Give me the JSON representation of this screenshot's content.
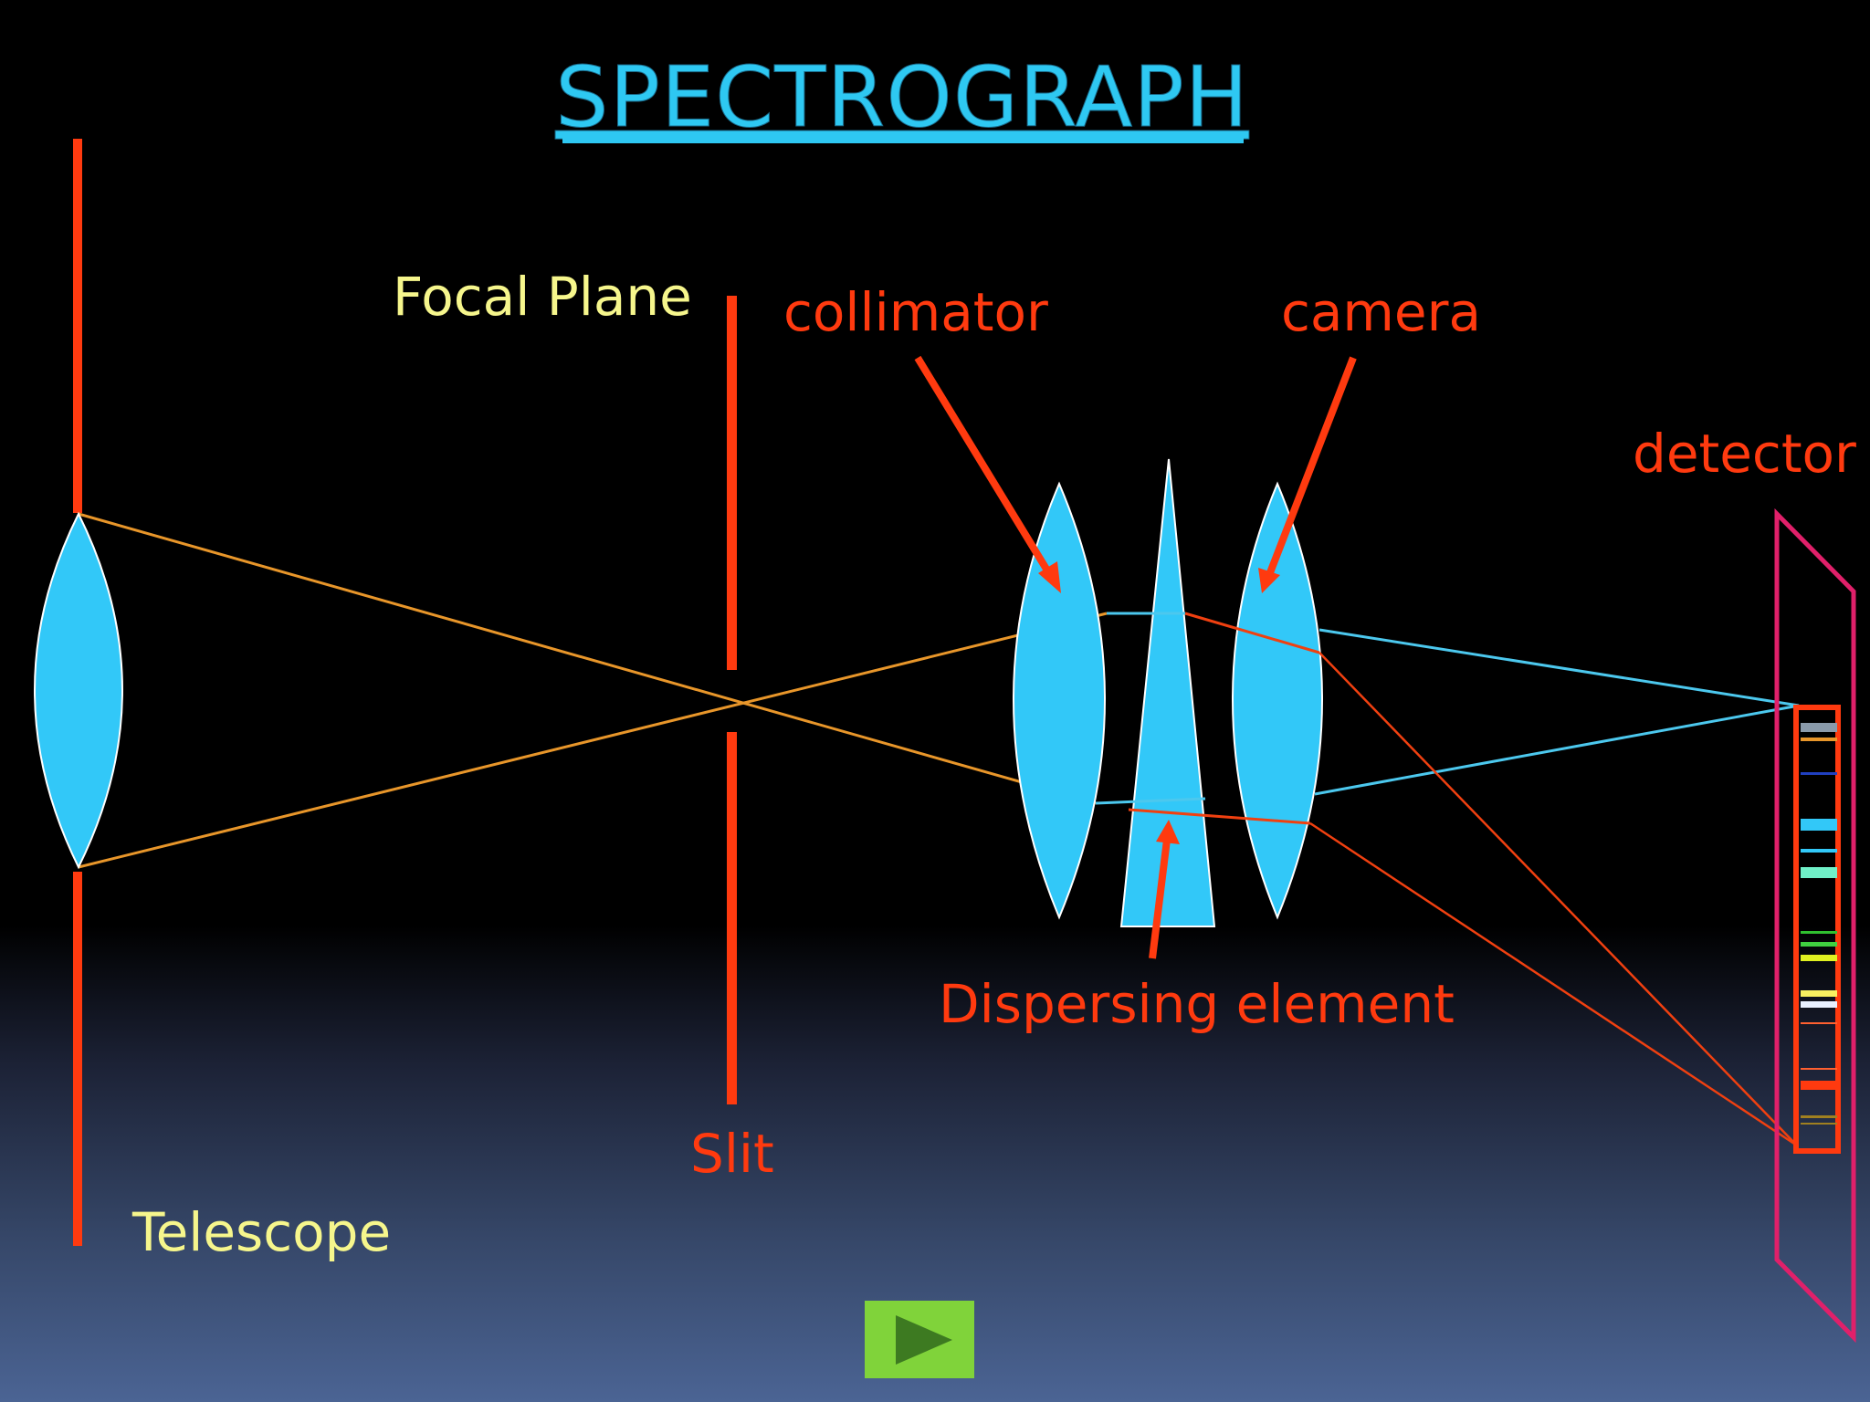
{
  "title": "SPECTROGRAPH",
  "labels": {
    "focal_plane": "Focal Plane",
    "collimator": "collimator",
    "camera": "camera",
    "detector": "detector",
    "dispersing_element": "Dispersing element",
    "slit": "Slit",
    "telescope": "Telescope"
  },
  "colors": {
    "title": "#2ec8f2",
    "label_yellow": "#f6f68c",
    "label_red": "#ff3a0f",
    "optics": "#32c8f8",
    "orange_ray": "#e8962a",
    "red_ray": "#f04010",
    "blue_ray": "#4cc8ee",
    "detector_frame": "#e0206a",
    "play_button": "#80d33a"
  },
  "controls": {
    "play_icon": "play-icon"
  }
}
